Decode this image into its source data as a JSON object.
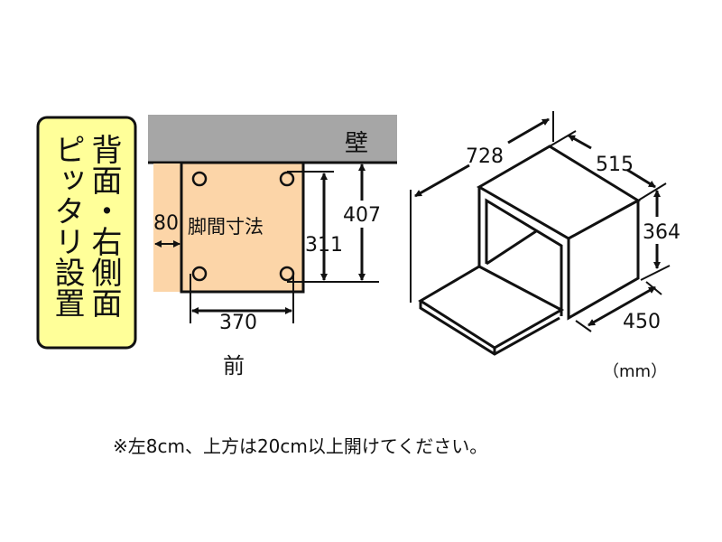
{
  "badge": {
    "line1": "背面・右側面",
    "line2": "ピッタリ設置"
  },
  "plan": {
    "wall": "壁",
    "footprint_label": "脚間寸法",
    "side_gap": "80",
    "depth_inner": "311",
    "depth_outer": "407",
    "width": "370",
    "front": "前"
  },
  "oven": {
    "depth_open": "728",
    "depth": "515",
    "height": "364",
    "width": "450",
    "unit": "（mm）"
  },
  "note": "※左8cm、上方は20cm以上開けてください。",
  "colors": {
    "badge": "#ffff99",
    "wall": "#a6a6a6",
    "footprint": "#fcd5a8"
  }
}
